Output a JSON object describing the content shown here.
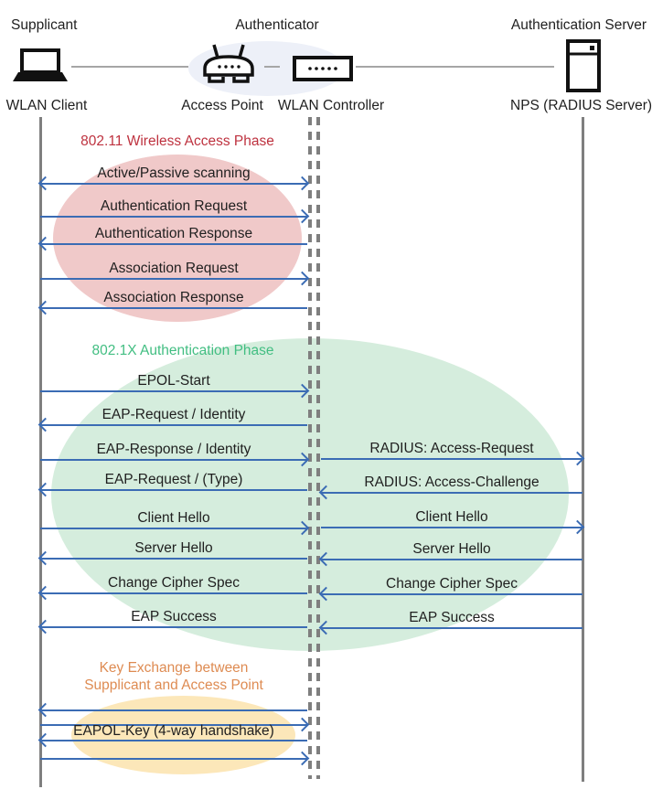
{
  "header": {
    "roles": [
      {
        "label": "Supplicant"
      },
      {
        "label": "Authenticator"
      },
      {
        "label": "Authentication Server"
      }
    ],
    "devices": [
      {
        "label": "WLAN Client",
        "icon": "laptop-icon"
      },
      {
        "label": "Access Point",
        "icon": "access-point-icon"
      },
      {
        "label": "WLAN Controller",
        "icon": "wlan-controller-icon"
      },
      {
        "label": "NPS (RADIUS Server)",
        "icon": "server-icon"
      }
    ]
  },
  "phases": [
    {
      "title": "802.11 Wireless Access Phase",
      "title_color": "#be323f",
      "ellipse_color": "#f0c9c9",
      "messages": [
        {
          "label": "Active/Passive scanning",
          "direction": "both"
        },
        {
          "label": "Authentication Request",
          "direction": "right"
        },
        {
          "label": "Authentication Response",
          "direction": "left"
        },
        {
          "label": "Association Request",
          "direction": "right"
        },
        {
          "label": "Association Response",
          "direction": "left"
        }
      ]
    },
    {
      "title": "802.1X Authentication Phase",
      "title_color": "#42be82",
      "ellipse_color": "#d5eddd",
      "client_messages": [
        {
          "label": "EPOL-Start",
          "direction": "right"
        },
        {
          "label": "EAP-Request / Identity",
          "direction": "left"
        },
        {
          "label": "EAP-Response / Identity",
          "direction": "right"
        },
        {
          "label": "EAP-Request / (Type)",
          "direction": "left"
        },
        {
          "label": "Client Hello",
          "direction": "right"
        },
        {
          "label": "Server Hello",
          "direction": "left"
        },
        {
          "label": "Change Cipher Spec",
          "direction": "left"
        },
        {
          "label": "EAP Success",
          "direction": "left"
        }
      ],
      "server_messages": [
        {
          "label": "RADIUS: Access-Request",
          "direction": "right"
        },
        {
          "label": "RADIUS: Access-Challenge",
          "direction": "left"
        },
        {
          "label": "Client Hello",
          "direction": "right"
        },
        {
          "label": "Server Hello",
          "direction": "left"
        },
        {
          "label": "Change Cipher Spec",
          "direction": "left"
        },
        {
          "label": "EAP Success",
          "direction": "left"
        }
      ]
    },
    {
      "title_line1": "Key Exchange between",
      "title_line2": "Supplicant and Access Point",
      "title_color": "#de8b52",
      "ellipse_color": "#fce7b9",
      "messages": [
        {
          "label": "",
          "direction": "left"
        },
        {
          "label": "",
          "direction": "right"
        },
        {
          "label": "EAPOL-Key (4-way handshake)",
          "direction": "left"
        },
        {
          "label": "",
          "direction": "right"
        }
      ]
    }
  ],
  "colors": {
    "arrow_blue": "#3b6cb4",
    "lifeline_gray": "#7f7f7f",
    "connector_gray": "#a6a6a6",
    "hub_ellipse": "#edf0f8",
    "icon_black": "#111111"
  }
}
